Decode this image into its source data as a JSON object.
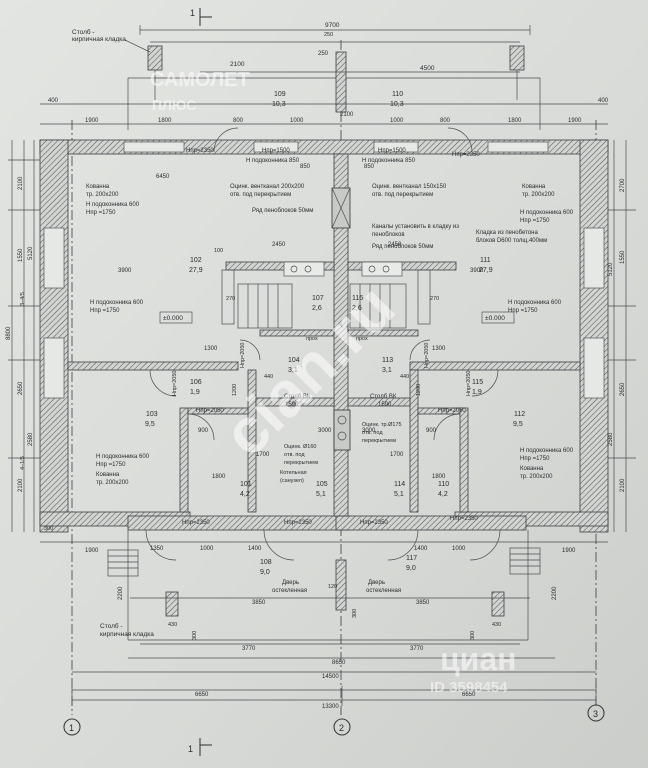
{
  "dims": {
    "top_total": "9700",
    "top_left": "2100",
    "top_right": "4500",
    "top_250": "250",
    "top_400a": "400",
    "top_400b": "400",
    "w1900a": "1900",
    "w1800": "1800",
    "w800a": "800",
    "w1000a": "1000",
    "w2100": "2100",
    "w1000b": "1000",
    "w800b": "800",
    "w1800b": "1800",
    "w1900b": "1900",
    "d6450": "6450",
    "d3900a": "3900",
    "d3900b": "3900",
    "d2450a": "2450",
    "d2450b": "2450",
    "d850a": "850",
    "d850b": "850",
    "d1300a": "1300",
    "d1300b": "1300",
    "d1590a": "1590",
    "d1590b": "1590",
    "d900a": "900",
    "d900b": "900",
    "d1800a": "1800",
    "d1800b": "1800",
    "d1700a": "1700",
    "d1700b": "1700",
    "d3000a": "3000",
    "d3000b": "3000",
    "d1400a": "1400",
    "d1400b": "1400",
    "d1350": "1350",
    "d1000a": "1000",
    "d1000b": "1000",
    "d3850a": "3850",
    "d3850b": "3850",
    "d3770a": "3770",
    "d3770b": "3770",
    "d8650": "8650",
    "d14500": "14500",
    "d6650a": "6650",
    "d6650b": "6650",
    "d13300": "13300",
    "left_8800": "8800",
    "left_2100": "2100",
    "left_1550": "1550",
    "left_5120": "5120",
    "left_2650": "2650",
    "left_2580": "2580",
    "left_2100b": "2100",
    "right_2700": "2700",
    "right_1550": "1550",
    "right_5120": "5120",
    "right_2650": "2650",
    "right_2580": "2580",
    "right_2100": "2100",
    "bot_2200a": "2200",
    "bot_2200b": "2200",
    "bot_430a": "430",
    "bot_430b": "430",
    "bot_300a": "300",
    "bot_300b": "300",
    "bot_120": "120",
    "bot_300c": "300",
    "bot_1200a": "1200",
    "bot_1200b": "1200",
    "d270a": "270",
    "d270b": "270",
    "d440a": "440",
    "d440b": "440",
    "d1900c": "1900",
    "d1900d": "1900",
    "d250b": "250",
    "d300c": "300",
    "d100": "100"
  },
  "rooms": [
    {
      "num": "109",
      "area": "10,3"
    },
    {
      "num": "110",
      "area": "10,3"
    },
    {
      "num": "102",
      "area": "27,9"
    },
    {
      "num": "111",
      "area": "27,9"
    },
    {
      "num": "107",
      "area": "2,6"
    },
    {
      "num": "116",
      "area": "2,6"
    },
    {
      "num": "104",
      "area": "3,1"
    },
    {
      "num": "113",
      "area": "3,1"
    },
    {
      "num": "106",
      "area": "1,9"
    },
    {
      "num": "115",
      "area": "1,9"
    },
    {
      "num": "103",
      "area": "9,5"
    },
    {
      "num": "112",
      "area": "9,5"
    },
    {
      "num": "101",
      "area": "4,2"
    },
    {
      "num": "110",
      "area": "4,2"
    },
    {
      "num": "105",
      "area": "5,1"
    },
    {
      "num": "114",
      "area": "5,1"
    },
    {
      "num": "108",
      "area": "9,0"
    },
    {
      "num": "117",
      "area": "9,0"
    }
  ],
  "labels": {
    "stolb_top": "Столб -",
    "stolb_top2": "кирпичная кладка",
    "stolb_bot": "Столб -",
    "stolb_bot2": "кирпичная кладка",
    "hpr2350_1": "Нпр=2350",
    "hpr1500_1": "Нпр=1500",
    "hpr1500_2": "Нпр=1500",
    "hpr2350_2": "Нпр=2350",
    "sill850_1": "Н подоконника 850",
    "sill850_2": "Н подоконника 850",
    "kovanna_l1": "Кованна",
    "kovanna_l2": "тр. 200х200",
    "sill600_l": "Н подоконника 600",
    "hpr1750_l": "Нпр =1750",
    "kovanna_r1": "Кованна",
    "kovanna_r2": "тр. 200х200",
    "sill600_r": "Н подоконника 600",
    "hpr1750_r": "Нпр =1750",
    "vent1a": "Оцинк. вентканал 200х200",
    "vent1b": "отв. под перекрытием",
    "vent2a": "Оцинк. вентканал 150х150",
    "vent2b": "отв. под перекрытием",
    "foam50a": "Ряд пеноблоков 50мм",
    "foam50b": "Ряд пеноблоков 50мм",
    "kanaly1": "Каналы установить в кладку из",
    "kanaly2": "пеноблоков",
    "kladka1": "Кладка из пенобетона",
    "kladka2": "блоков D600 толщ.400мм",
    "level_l": "±0.000",
    "level_r": "±0.000",
    "sill600_l2": "Н подоконника 600",
    "hpr1750_l2": "Нпр =1750",
    "sill600_r2": "Н подоконника 600",
    "hpr1750_r2": "Нпр =1750",
    "hpr2050_a": "Нпр=2050",
    "hpr2050_b": "Нпр=2050",
    "hpr2050_c": "Нпр=2050",
    "hpr2050_d": "Нпр=2050",
    "hpr2050_e": "Нпр=2050",
    "hpr2050_f": "Нпр=2050",
    "stolb_vk1": "Столб ВК",
    "stolb_vk2": "Столб ВК",
    "vent3a": "Оцинк. тр.Ø175",
    "vent3b": "отв. под",
    "vent3c": "перекрытием",
    "vent4a": "Оцинк. Ø160",
    "vent4b": "отв. под",
    "vent4c": "перекрытием",
    "boiler1": "Котельная",
    "boiler2": "(санузел)",
    "sill600_l3": "Н подоконника 600",
    "hpr1750_l3": "Нпр =1750",
    "kovanna_l3": "Кованна",
    "kovanna_l4": "тр. 200х200",
    "sill600_r3": "Н подоконника 600",
    "hpr1750_r3": "Нпр =1750",
    "kovanna_r3": "Кованна",
    "kovanna_r4": "тр. 200х200",
    "hpr2350_3": "Нпр=2350",
    "hpr2350_4": "Нпр=2350",
    "hpr2350_5": "Нпр=2350",
    "hpr2350_6": "Нпр=2350",
    "door_l1": "Дверь",
    "door_l2": "остекленная",
    "door_r1": "Дверь",
    "door_r2": "остекленная",
    "flight1": "прох",
    "flight2": "прох",
    "axis1": "1",
    "axis2": "2",
    "axis3": "3",
    "section_top": "1",
    "section_bot": "1",
    "axis_dims_l": "3–4/5",
    "axis_dims_l2": "4–1/5"
  },
  "watermarks": {
    "samolet": "САМОЛЕТ",
    "plus": "ПЛЮС",
    "site": "cian.ru",
    "cian": "циан",
    "id": "ID 3598454"
  }
}
